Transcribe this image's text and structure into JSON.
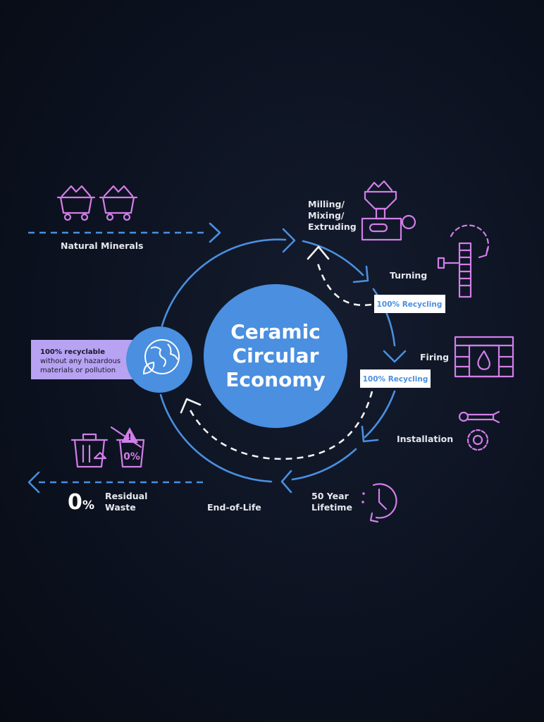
{
  "title": [
    "Ceramic",
    "Circular",
    "Economy"
  ],
  "inputs": {
    "natural_minerals": "Natural Minerals"
  },
  "stages": {
    "milling": [
      "Milling/",
      "Mixing/",
      "Extruding"
    ],
    "turning": "Turning",
    "firing": "Firing",
    "installation": "Installation",
    "lifetime": [
      "50 Year",
      "Lifetime"
    ],
    "end_of_life": "End-of-Life"
  },
  "recycling_badges": [
    "100% Recycling",
    "100% Recycling"
  ],
  "recyclable_note": {
    "bold": "100% recyclable",
    "lines": [
      "without any hazardous",
      "materials or pollution"
    ]
  },
  "residual": {
    "value": "0",
    "unit": "%",
    "label": [
      "Residual",
      "Waste"
    ],
    "bin_badge": "0%"
  },
  "colors": {
    "accent_blue": "#4a8fe0",
    "icon_pink": "#d27ee8",
    "note_purple": "#b8a2f2",
    "background": "#0c1220"
  }
}
